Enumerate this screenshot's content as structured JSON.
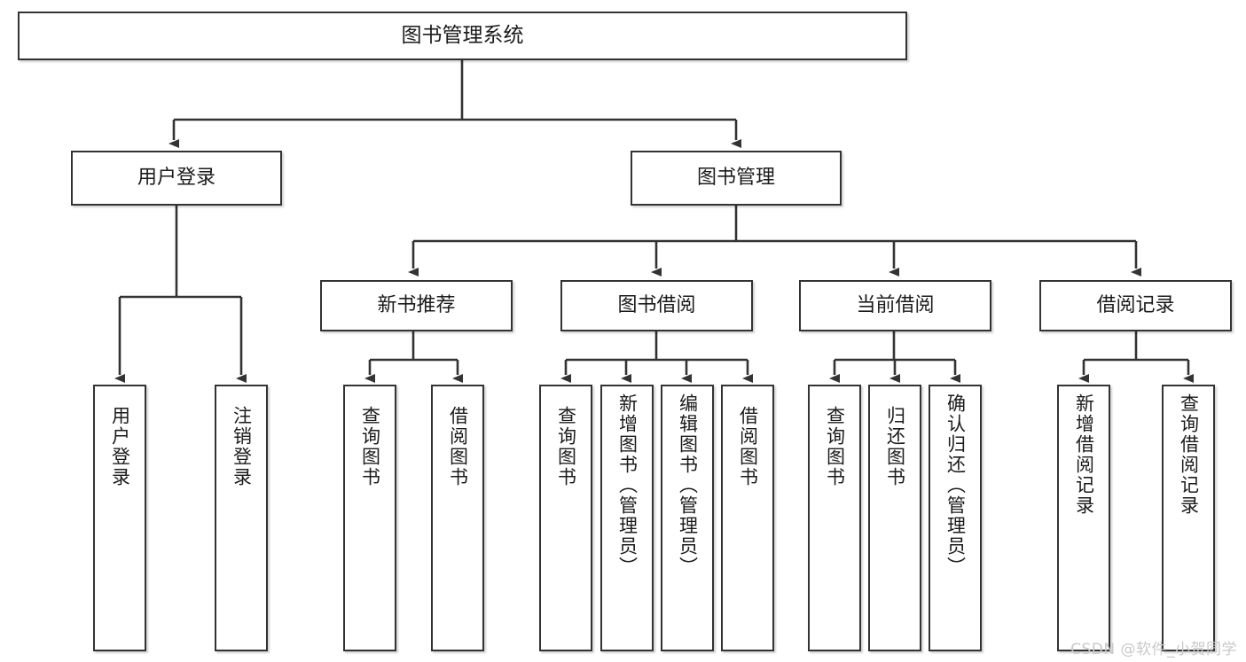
{
  "diagram": {
    "title": "图书管理系统",
    "type": "tree",
    "watermark": "CSDN @软件_小贺同学",
    "colors": {
      "box_border": "#333333",
      "box_fill": "#ffffff",
      "edge": "#333333",
      "text": "#1b1b1b",
      "watermark": "#c9c9c9"
    },
    "nodes": {
      "root": {
        "label": "图书管理系统"
      },
      "level1": [
        {
          "id": "user-login",
          "label": "用户登录"
        },
        {
          "id": "book-manage",
          "label": "图书管理"
        }
      ],
      "level2": [
        {
          "id": "new-book-recommend",
          "label": "新书推荐"
        },
        {
          "id": "book-borrow",
          "label": "图书借阅"
        },
        {
          "id": "current-borrow",
          "label": "当前借阅"
        },
        {
          "id": "borrow-record",
          "label": "借阅记录"
        }
      ],
      "leaves": {
        "user-login": [
          {
            "id": "leaf-user-login",
            "label": "用户登录"
          },
          {
            "id": "leaf-logout-login",
            "label": "注销登录"
          }
        ],
        "new-book-recommend": [
          {
            "id": "leaf-query-book-1",
            "label": "查询图书"
          },
          {
            "id": "leaf-borrow-book-1",
            "label": "借阅图书"
          }
        ],
        "book-borrow": [
          {
            "id": "leaf-query-book-2",
            "label": "查询图书"
          },
          {
            "id": "leaf-add-book",
            "label": "新增图书（管理员）"
          },
          {
            "id": "leaf-edit-book",
            "label": "编辑图书（管理员）"
          },
          {
            "id": "leaf-borrow-book-2",
            "label": "借阅图书"
          }
        ],
        "current-borrow": [
          {
            "id": "leaf-query-book-3",
            "label": "查询图书"
          },
          {
            "id": "leaf-return-book",
            "label": "归还图书"
          },
          {
            "id": "leaf-confirm-return",
            "label": "确认归还（管理员）"
          }
        ],
        "borrow-record": [
          {
            "id": "leaf-add-record",
            "label": "新增借阅记录"
          },
          {
            "id": "leaf-query-record",
            "label": "查询借阅记录"
          }
        ]
      }
    }
  }
}
